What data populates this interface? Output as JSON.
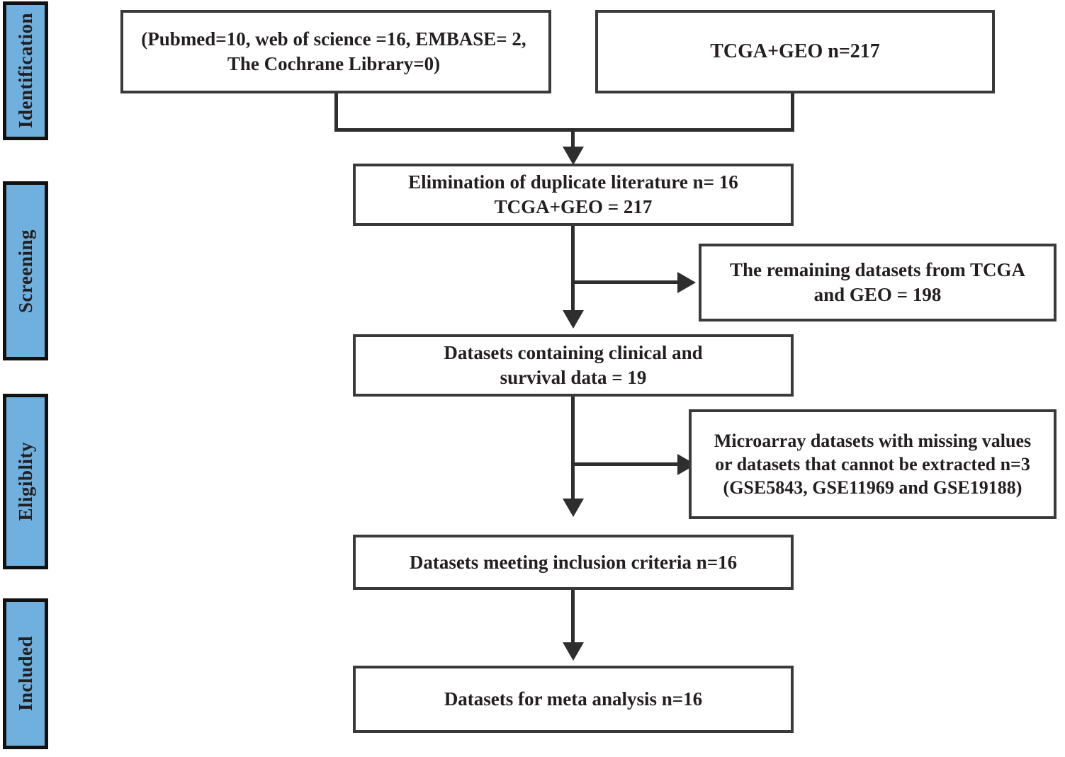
{
  "diagram": {
    "title": "PRISMA study/dataset selection flow diagram",
    "accent_color": "#6FB0DE",
    "line_color": "#2e2e2e",
    "box_border_color": "#3a3a3a",
    "text_color": "#231f20"
  },
  "stages": [
    {
      "id": "identification",
      "label": "Identification"
    },
    {
      "id": "screening",
      "label": "Screening"
    },
    {
      "id": "eligibility",
      "label": "Eligiblity"
    },
    {
      "id": "included",
      "label": "Included"
    }
  ],
  "boxes": {
    "sources": "(Pubmed=10, web of science =16, EMBASE= 2,\nThe Cochrane Library=0)",
    "tcga_geo": "TCGA+GEO n=217",
    "duplicates": "Elimination of duplicate literature n= 16\nTCGA+GEO = 217",
    "remaining": "The remaining datasets from TCGA\nand GEO = 198",
    "clinical_survival": "Datasets containing clinical and\nsurvival data = 19",
    "excluded_microarray": "Microarray datasets with missing values\nor datasets that cannot be extracted n=3\n(GSE5843, GSE11969 and GSE19188)",
    "inclusion_criteria": "Datasets meeting inclusion criteria n=16",
    "meta_analysis": "Datasets for meta analysis n=16"
  },
  "connectors": [
    {
      "id": "sources-to-merge",
      "type": "elbow-down"
    },
    {
      "id": "tcga-to-merge",
      "type": "elbow-down"
    },
    {
      "id": "merge-to-duplicates",
      "type": "arrow-down"
    },
    {
      "id": "duplicates-to-clinical",
      "type": "arrow-down"
    },
    {
      "id": "duplicates-to-remaining",
      "type": "arrow-right"
    },
    {
      "id": "clinical-to-inclusion",
      "type": "arrow-down"
    },
    {
      "id": "clinical-to-excluded",
      "type": "arrow-right"
    },
    {
      "id": "inclusion-to-meta",
      "type": "arrow-down"
    }
  ]
}
